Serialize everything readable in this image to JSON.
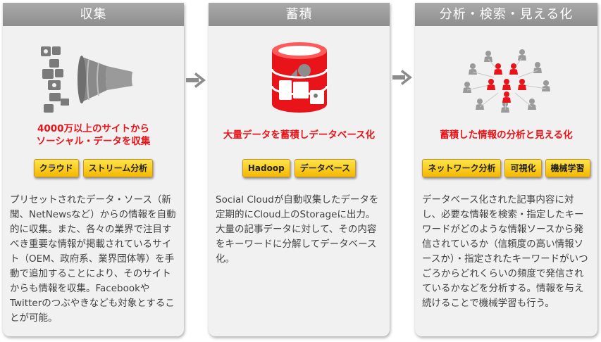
{
  "panels": [
    {
      "header": "収集",
      "highlight_lines": [
        "4000万以上のサイトから",
        "ソーシャル・データを収集"
      ],
      "tags": [
        "クラウド",
        "ストリーム分析"
      ],
      "description": "プリセットされたデータ・ソース（新聞、NetNewsなど）からの情報を自動的に収集。また、各々の業界で注目すべき重要な情報が掲載されているサイト（OEM、政府系、業界団体等）を手動で追加することにより、そのサイトからも情報を収集。FacebookやTwitterのつぶやきなども対象とすることが可能。",
      "icon": "social-funnel-icon"
    },
    {
      "header": "蓄積",
      "highlight_lines": [
        "大量データを蓄積しデータベース化"
      ],
      "tags": [
        "Hadoop",
        "データベース"
      ],
      "description": "Social Cloudが自動収集したデータを定期的にCloud上のStorageに出力。大量の記事データに対して、その内容をキーワードに分解してデータベース化。",
      "icon": "database-icon"
    },
    {
      "header": "分析・検索・見える化",
      "highlight_lines": [
        "蓄積した情報の分析と見える化"
      ],
      "tags": [
        "ネットワーク分析",
        "可視化",
        "機械学習"
      ],
      "description": "データベース化された記事内容に対し、必要な情報を検索・指定したキーワードがどのような情報ソースから発信されているか（信頼度の高い情報ソースか）・指定されたキーワードがいつごろからどれくらいの頻度で発信されているかなどを分析する。情報を与え続けることで機械学習も行う。",
      "icon": "people-network-icon"
    }
  ],
  "colors": {
    "highlight": "#e8141a",
    "header_bg": "#9b9b9b",
    "tag_bg": "#f7c600",
    "arrow": "#8c8c8c"
  }
}
